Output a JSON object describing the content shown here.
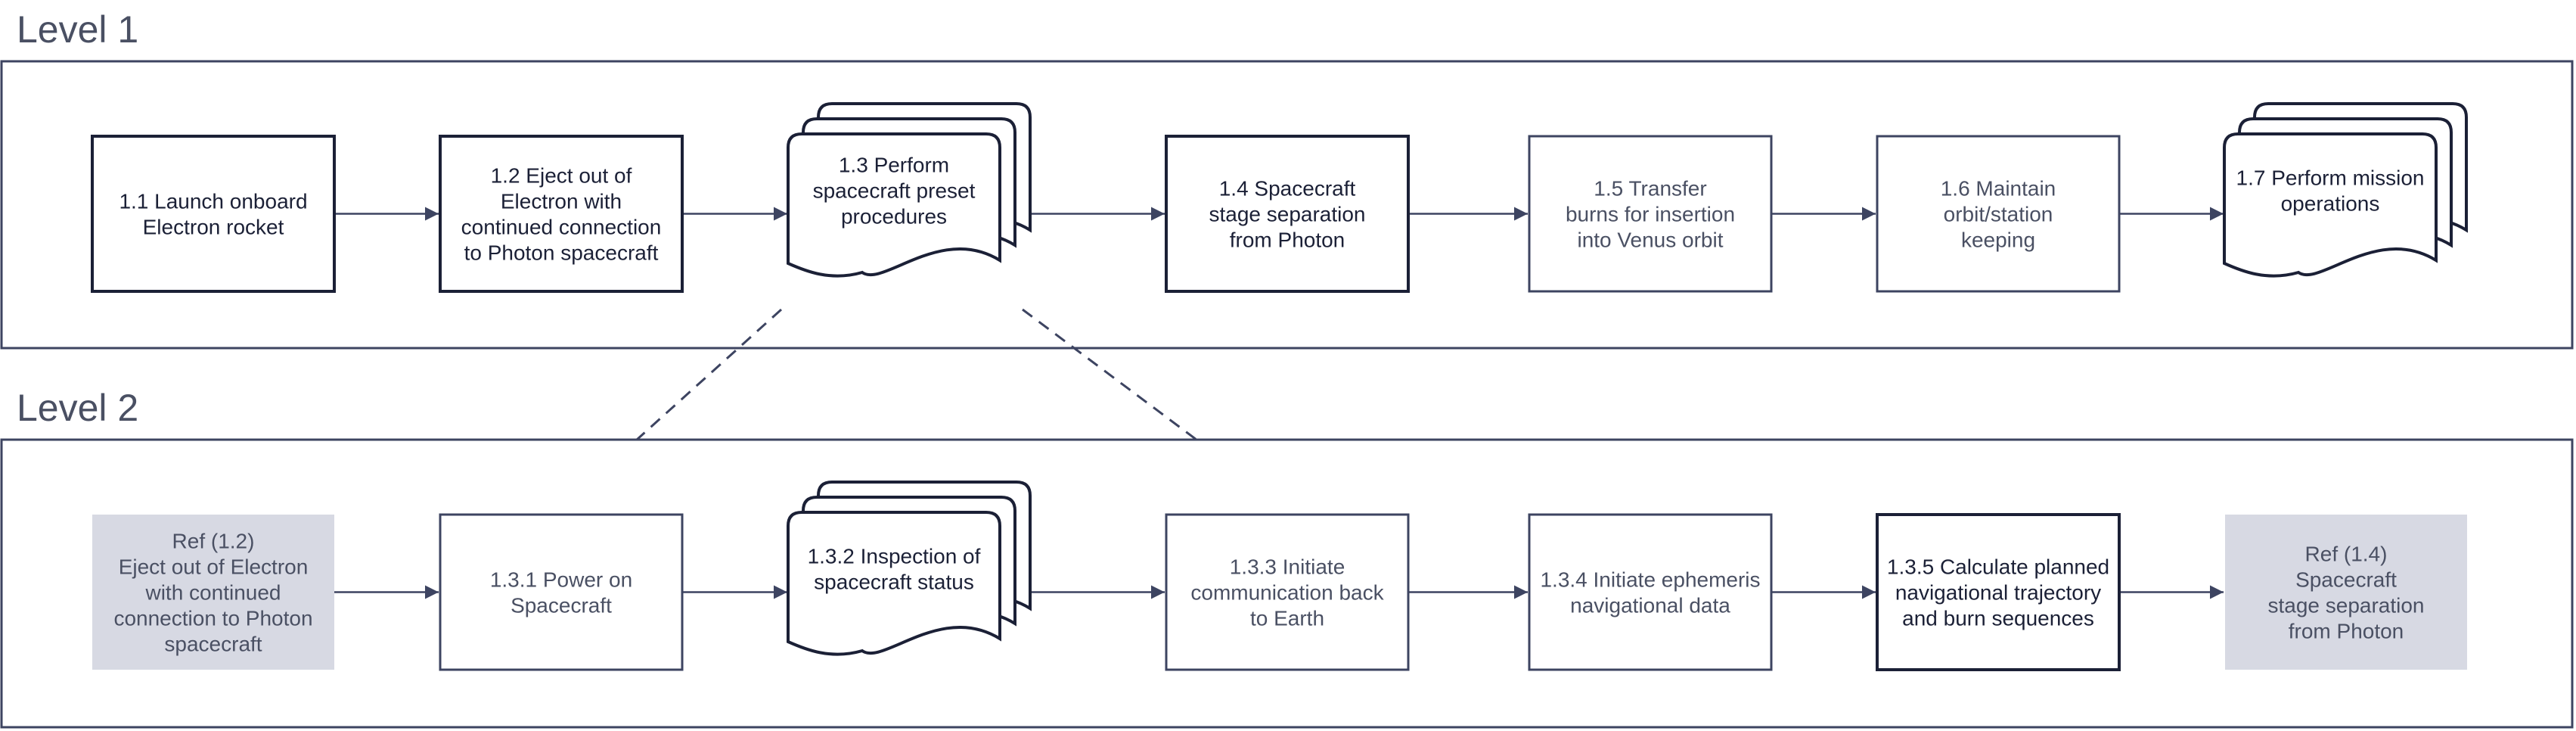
{
  "colors": {
    "frame": "#3d4461",
    "text_dark": "#1b2036",
    "text_mid": "#4a5063",
    "ref_fill": "#d7d9e3",
    "arrow": "#3d4461"
  },
  "levels": [
    {
      "title": "Level 1",
      "nodes": [
        {
          "id": "1.1",
          "shape": "box",
          "style": "bold",
          "lines": [
            "1.1 Launch onboard",
            "Electron rocket"
          ]
        },
        {
          "id": "1.2",
          "shape": "box",
          "style": "bold",
          "lines": [
            "1.2 Eject out of",
            "Electron with",
            "continued connection",
            "to Photon spacecraft"
          ]
        },
        {
          "id": "1.3",
          "shape": "multi-document",
          "style": "bold",
          "lines": [
            "1.3 Perform",
            "spacecraft preset",
            "procedures"
          ]
        },
        {
          "id": "1.4",
          "shape": "box",
          "style": "bold",
          "lines": [
            "1.4 Spacecraft",
            "stage separation",
            "from Photon"
          ]
        },
        {
          "id": "1.5",
          "shape": "box",
          "style": "thin",
          "lines": [
            "1.5 Transfer",
            "burns for insertion",
            "into Venus orbit"
          ]
        },
        {
          "id": "1.6",
          "shape": "box",
          "style": "thin",
          "lines": [
            "1.6 Maintain",
            "orbit/station",
            "keeping"
          ]
        },
        {
          "id": "1.7",
          "shape": "multi-document",
          "style": "bold",
          "lines": [
            "1.7 Perform mission",
            "operations"
          ]
        }
      ]
    },
    {
      "title": "Level 2",
      "nodes": [
        {
          "id": "ref-1.2",
          "shape": "ref",
          "style": "ref",
          "lines": [
            "Ref (1.2)",
            "Eject out of Electron",
            "with continued",
            "connection to Photon",
            "spacecraft"
          ]
        },
        {
          "id": "1.3.1",
          "shape": "box",
          "style": "thin",
          "lines": [
            "1.3.1 Power on",
            "Spacecraft"
          ]
        },
        {
          "id": "1.3.2",
          "shape": "multi-document",
          "style": "bold",
          "lines": [
            "1.3.2 Inspection of",
            "spacecraft status"
          ]
        },
        {
          "id": "1.3.3",
          "shape": "box",
          "style": "thin",
          "lines": [
            "1.3.3 Initiate",
            "communication back",
            "to Earth"
          ]
        },
        {
          "id": "1.3.4",
          "shape": "box",
          "style": "thin",
          "lines": [
            "1.3.4 Initiate ephemeris",
            "navigational data"
          ]
        },
        {
          "id": "1.3.5",
          "shape": "box",
          "style": "bold",
          "lines": [
            "1.3.5 Calculate planned",
            "navigational trajectory",
            "and burn sequences"
          ]
        },
        {
          "id": "ref-1.4",
          "shape": "ref",
          "style": "ref",
          "lines": [
            "Ref (1.4)",
            "Spacecraft",
            "stage separation",
            "from Photon"
          ]
        }
      ]
    }
  ],
  "expansion": {
    "from": "1.3",
    "to_level": "Level 2",
    "line_style": "dashed"
  }
}
